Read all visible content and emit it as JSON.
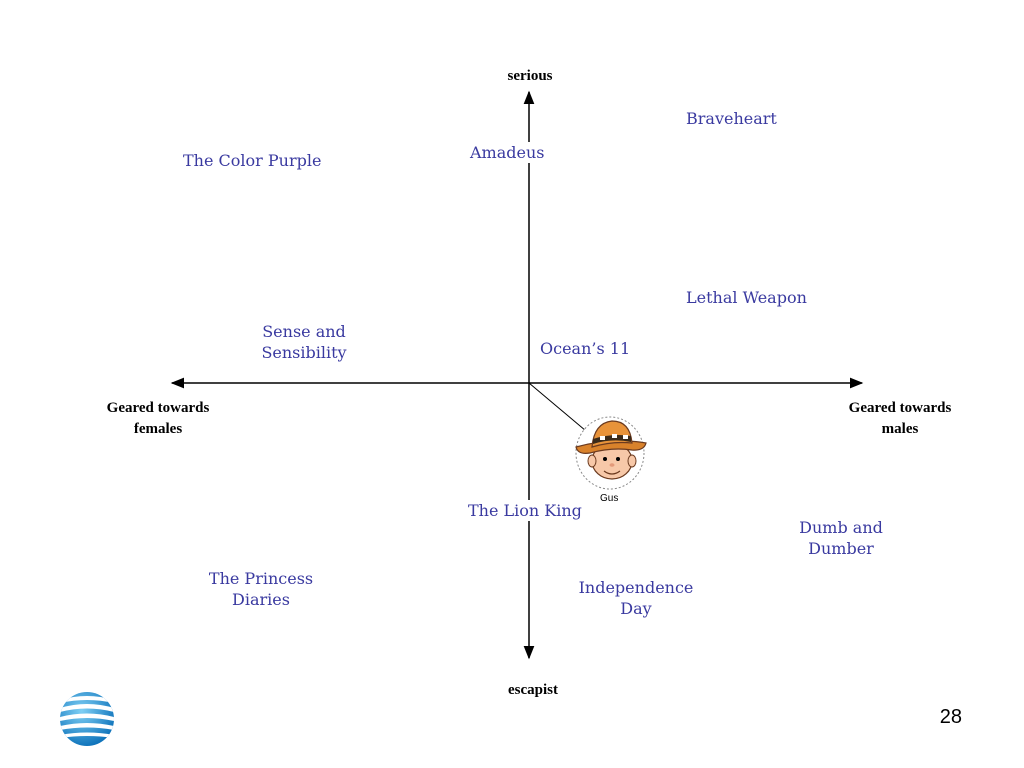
{
  "axes": {
    "top": "serious",
    "bottom": "escapist",
    "left": "Geared towards\nfemales",
    "right": "Geared towards\nmales"
  },
  "movies": [
    {
      "id": "braveheart",
      "label": "Braveheart"
    },
    {
      "id": "amadeus",
      "label": "Amadeus"
    },
    {
      "id": "color-purple",
      "label": "The Color Purple"
    },
    {
      "id": "lethal-weapon",
      "label": "Lethal Weapon"
    },
    {
      "id": "sense-sensibility",
      "label": "Sense and\nSensibility"
    },
    {
      "id": "oceans-11",
      "label": "Ocean’s 11"
    },
    {
      "id": "lion-king",
      "label": "The Lion King"
    },
    {
      "id": "dumb-dumber",
      "label": "Dumb and\nDumber"
    },
    {
      "id": "princess-diaries",
      "label": "The Princess\nDiaries"
    },
    {
      "id": "independence-day",
      "label": "Independence\nDay"
    }
  ],
  "avatar": {
    "caption": "Gus",
    "icon": "cowboy-face-icon"
  },
  "logo": {
    "icon": "att-globe-logo"
  },
  "page_number": "28",
  "colors": {
    "movie_text": "#3a3aa0",
    "axis": "#000000"
  }
}
